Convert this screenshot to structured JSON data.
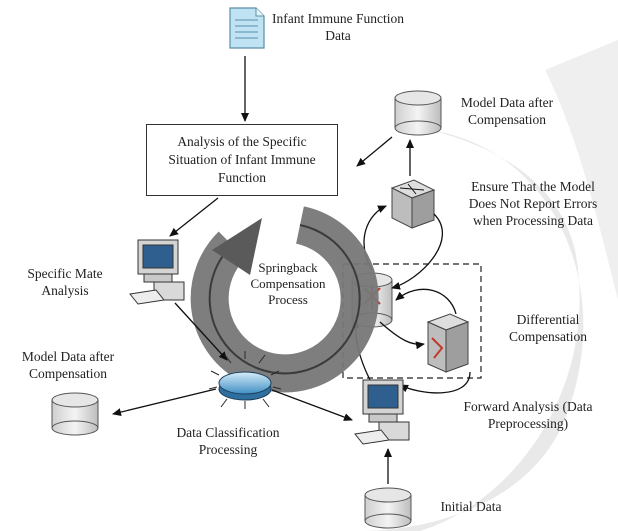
{
  "labels": {
    "infant_data": "Infant Immune Function\nData",
    "analysis_box": "Analysis of the Specific Situation of Infant Immune Function",
    "model_data_top": "Model Data after\nCompensation",
    "ensure_model": "Ensure That the Model\nDoes Not Report Errors\nwhen Processing Data",
    "specific_mate": "Specific Mate\nAnalysis",
    "springback": "Springback\nCompensation\nProcess",
    "differential": "Differential\nCompensation",
    "model_data_left": "Model Data after\nCompensation",
    "forward_analysis": "Forward Analysis (Data\nPreprocessing)",
    "data_classification": "Data Classification\nProcessing",
    "initial_data": "Initial Data"
  },
  "icons": {
    "document": "document-icon",
    "database": "database-icon",
    "computer": "computer-icon",
    "switch": "switch-icon",
    "router": "router-icon",
    "hub": "hub-icon"
  },
  "colors": {
    "document_fill": "#bfe3f2",
    "hub_fill": "#5aa9d9",
    "cycle_arrow": "#555555",
    "router_mark": "#c0392b"
  }
}
